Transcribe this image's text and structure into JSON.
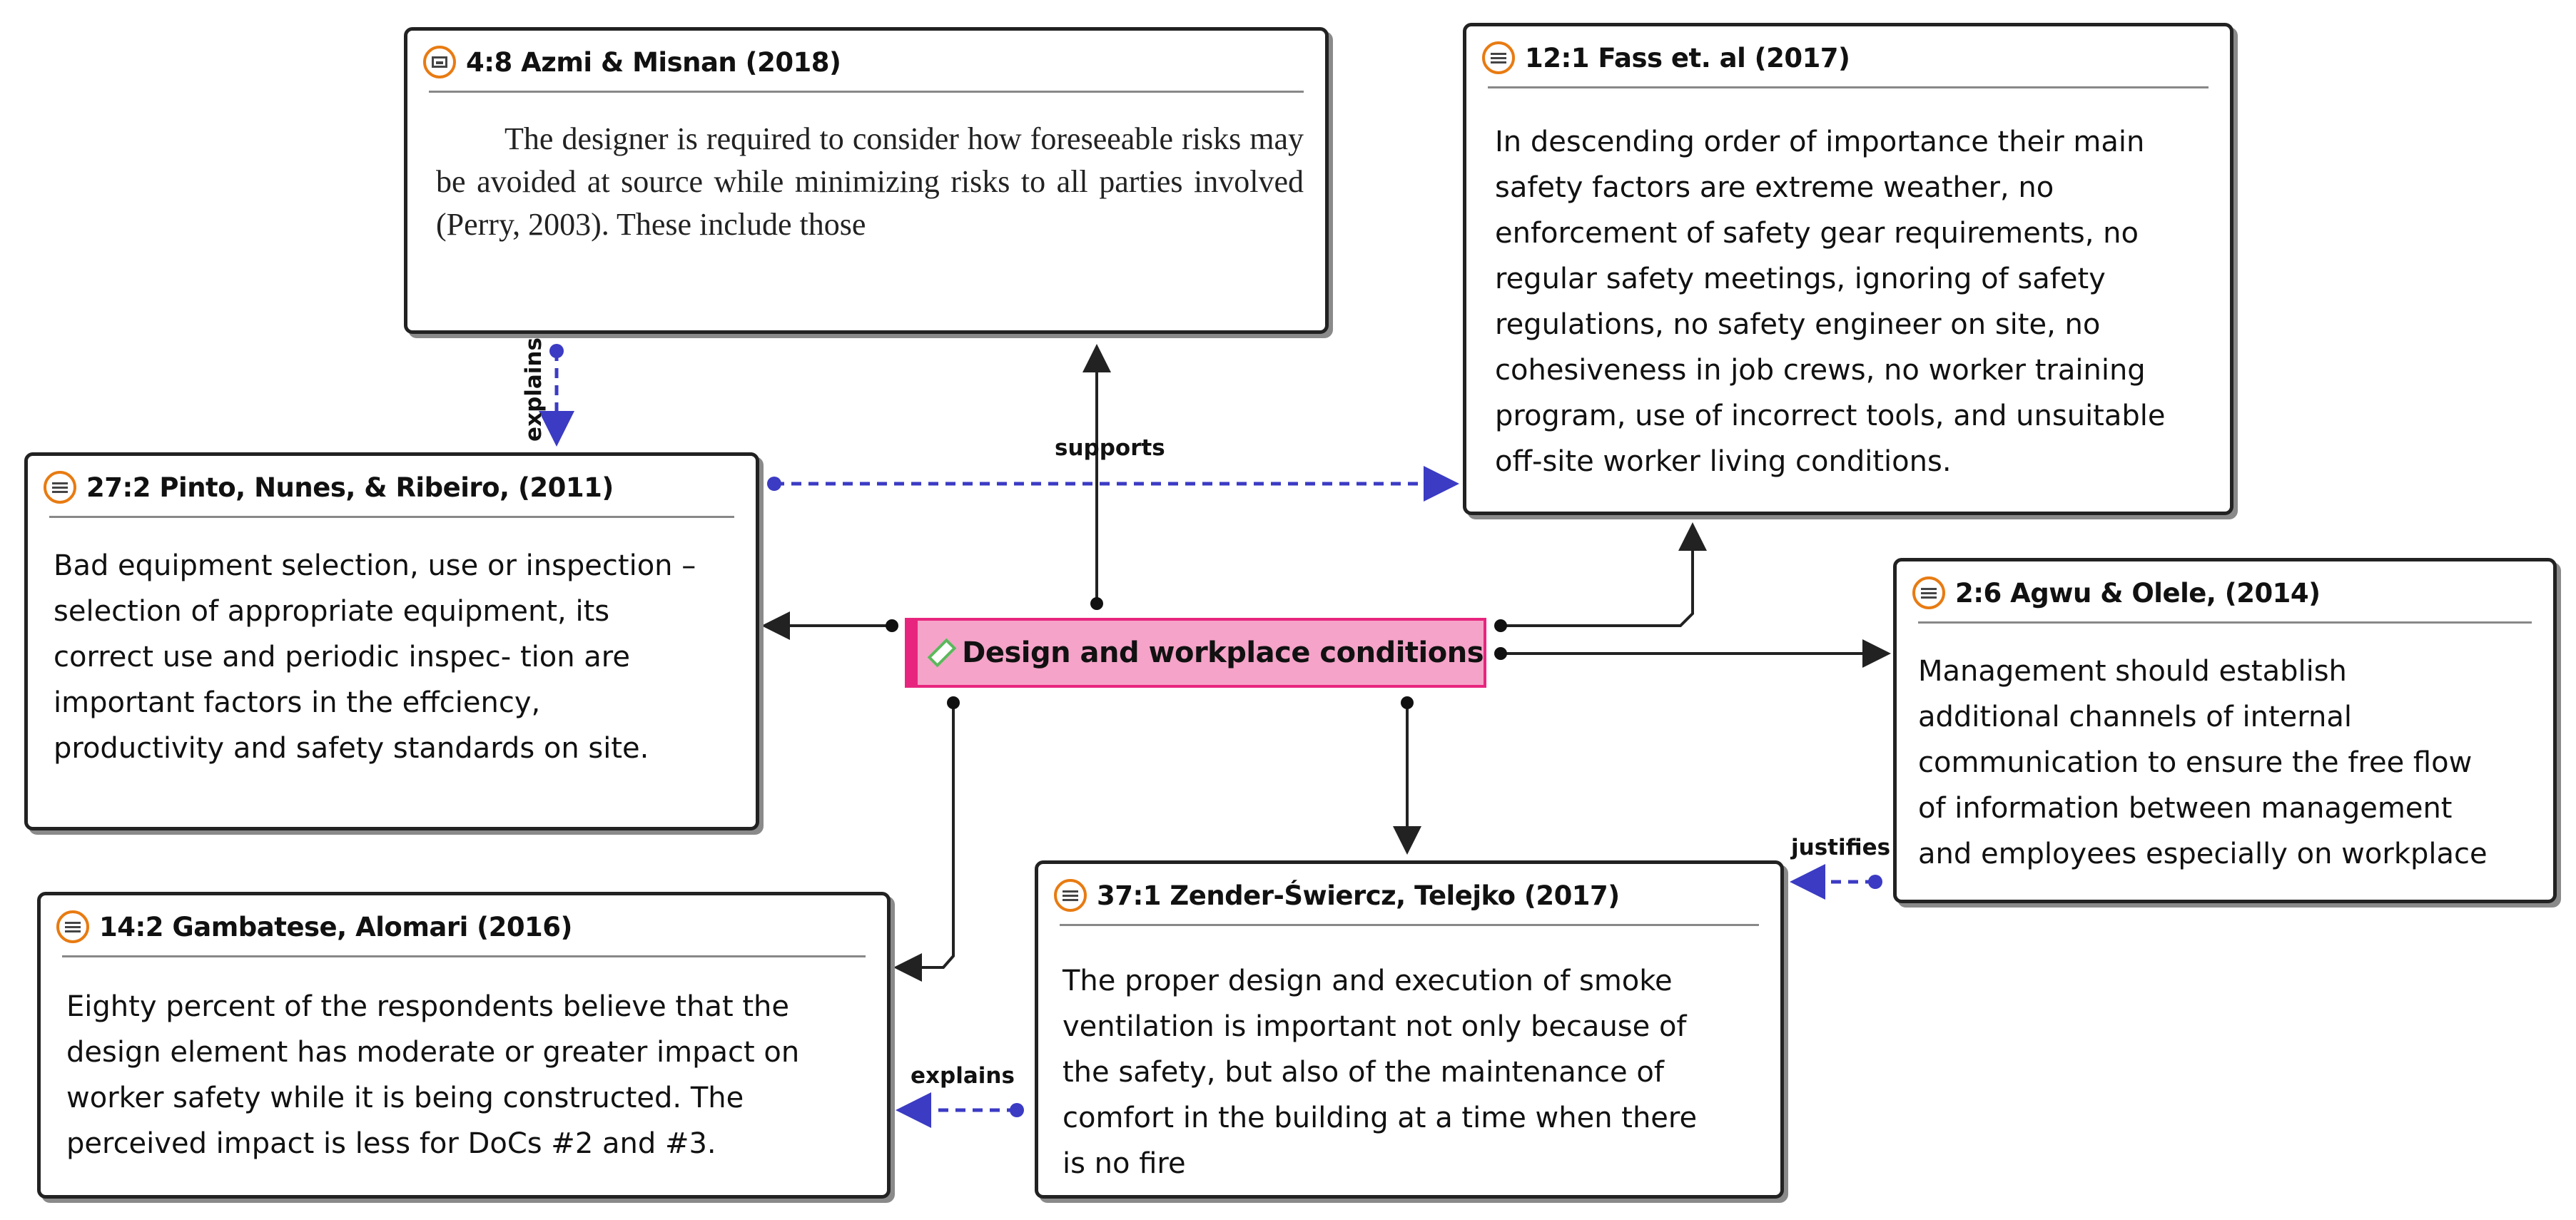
{
  "center": {
    "label": "Design and workplace conditions"
  },
  "boxes": {
    "azmi": {
      "title": "4:8 Azmi & Misnan (2018)",
      "icon": "image-document-icon",
      "body": "The designer is required to consider how foreseeable risks may be avoided at source while minimizing risks to all parties involved (Perry, 2003). These include those"
    },
    "fass": {
      "title": "12:1 Fass et. al (2017)",
      "icon": "text-document-icon",
      "body": "In descending order of importance  their main\nsafety factors are extreme weather, no\nenforcement of  safety gear requirements, no\nregular safety meetings, ignoring of  safety\nregulations, no safety engineer on site, no\ncohesiveness in job  crews, no worker training\nprogram, use of incorrect tools, and  unsuitable\noff-site worker living conditions."
    },
    "pinto": {
      "title": "27:2 Pinto, Nunes, & Ribeiro, (2011)",
      "icon": "text-document-icon",
      "body": "Bad equipment selection, use or inspection –\nselection of  appropriate equipment, its\ncorrect use and periodic inspec-  tion are\nimportant factors in the effciency,\nproductivity  and safety standards on site."
    },
    "agwu": {
      "title": "2:6 Agwu & Olele, (2014)",
      "icon": "text-document-icon",
      "body": "Management should  establish\nadditional channels of internal\ncommunication to ensure the free flow\nof  information between management\nand employees especially on workplace"
    },
    "gambatese": {
      "title": "14:2 Gambatese, Alomari (2016)",
      "icon": "text-document-icon",
      "body": "Eighty percent of the respondents believe that the\ndesign element  has moderate or greater impact on\nworker safety while it is being  constructed. The\nperceived impact is less for DoCs #2 and #3."
    },
    "zender": {
      "title": "37:1 Zender-Świercz, Telejko (2017)",
      "icon": "text-document-icon",
      "body": "The proper design and execution of smoke\nventilation is important not only because of\nthe safety, but also of the maintenance of\ncomfort  in the building at a time when there\nis no fire"
    }
  },
  "edge_labels": {
    "supports": "supports",
    "explains_top": "explains",
    "justifies": "justifies",
    "explains_bottom": "explains"
  },
  "colors": {
    "solid_edge": "#222222",
    "dashed_edge": "#3b3bc4",
    "node_fill": "#f5a3c8",
    "node_border": "#e8257e",
    "icon_ring": "#e87b12"
  }
}
